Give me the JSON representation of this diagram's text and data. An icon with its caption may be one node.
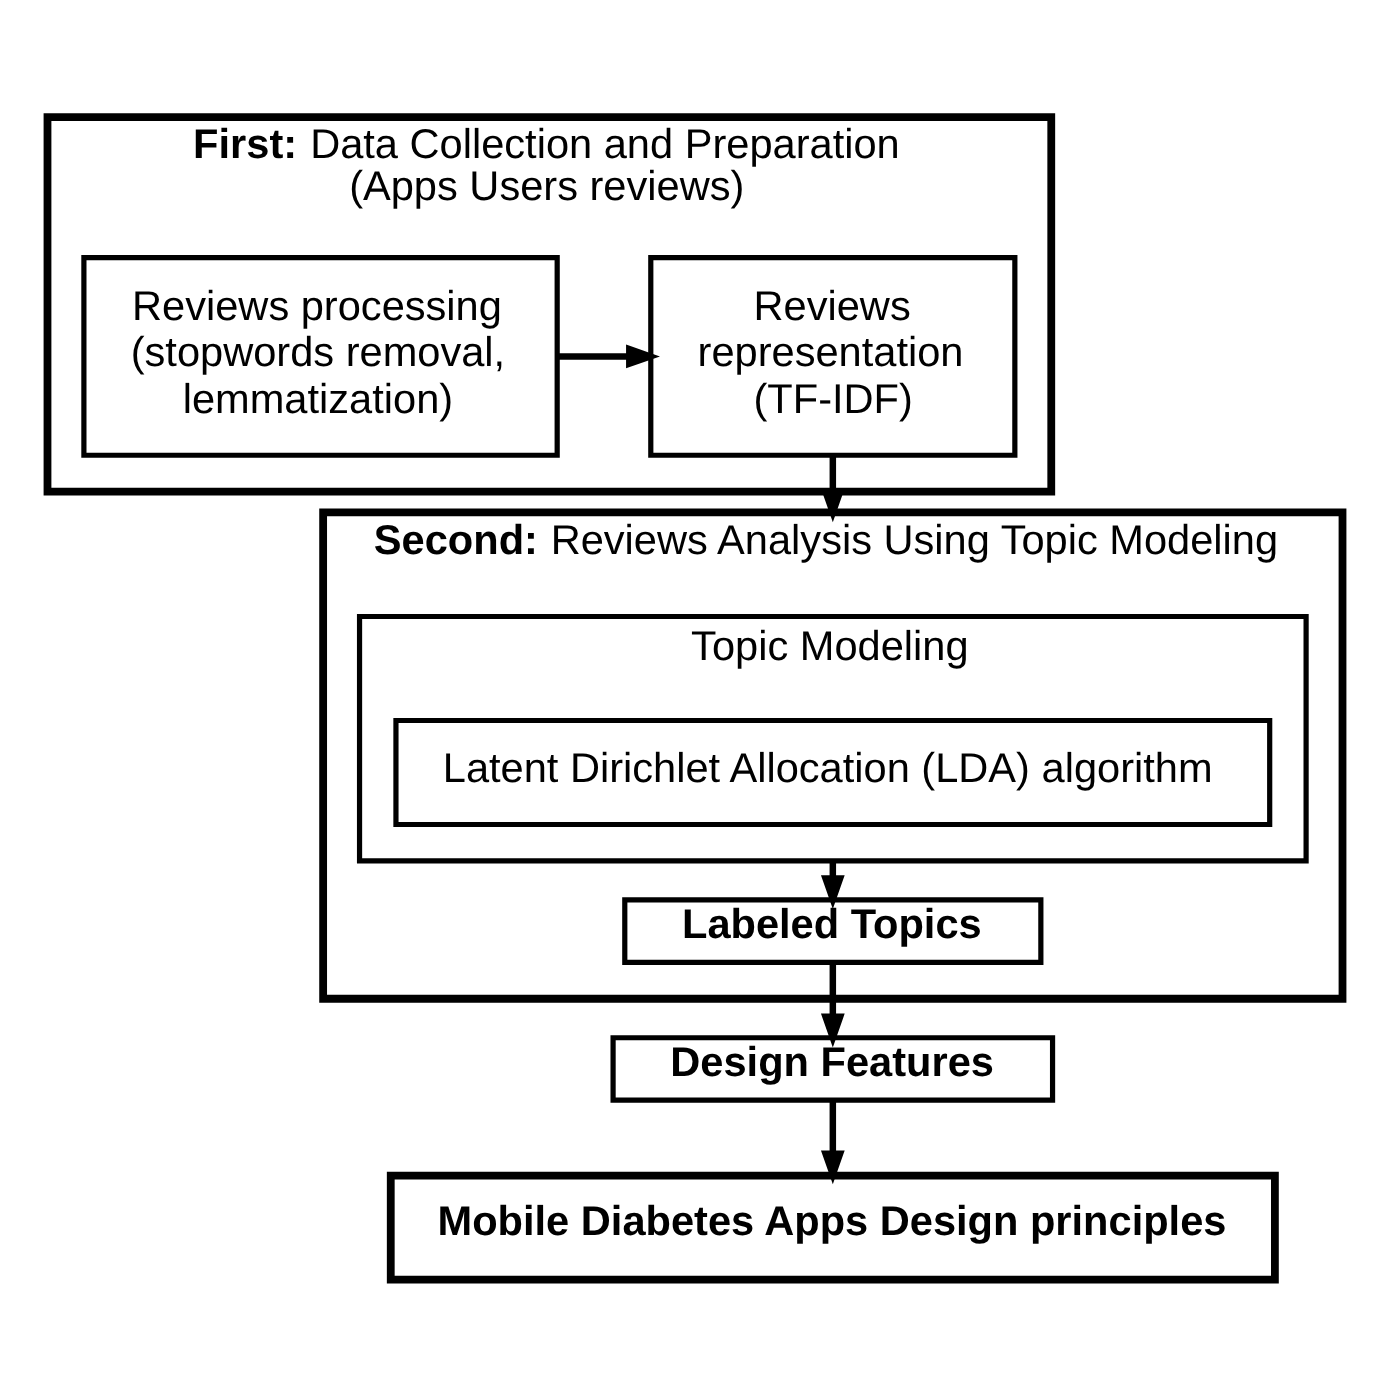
{
  "diagram": {
    "nodes": [
      {
        "text": [
          "**First:** Data Collection and Preparation (Apps Users reviews)"
        ]
      },
      {
        "text": [
          "Reviews processing (stopwords removal, lemmatization)"
        ],
        "in": 0
      },
      {
        "text": [
          "Reviews representation (TF-IDF)"
        ],
        "in": 0
      },
      {
        "text": [
          "**Second:** Reviews Analysis Using Topic Modeling"
        ]
      },
      {
        "text": [
          "Topic Modeling"
        ],
        "in": 3
      },
      {
        "text": [
          "Latent Dirichlet Allocation (LDA) algorithm"
        ],
        "in": 4
      },
      {
        "text": [
          "Labeled Topics"
        ],
        "in": 3
      },
      {
        "text": [
          "Design Features"
        ]
      },
      {
        "text": [
          "Mobile Diabetes Apps Design principles"
        ]
      }
    ],
    "edges": [
      {
        "from": 1,
        "to": 2,
        "arrow": "to"
      },
      {
        "from": 2,
        "to": 3,
        "arrow": "to"
      },
      {
        "from": 4,
        "to": 6,
        "arrow": "to"
      },
      {
        "from": 6,
        "to": 7,
        "arrow": "to"
      },
      {
        "from": 7,
        "to": 8,
        "arrow": "to"
      }
    ]
  }
}
